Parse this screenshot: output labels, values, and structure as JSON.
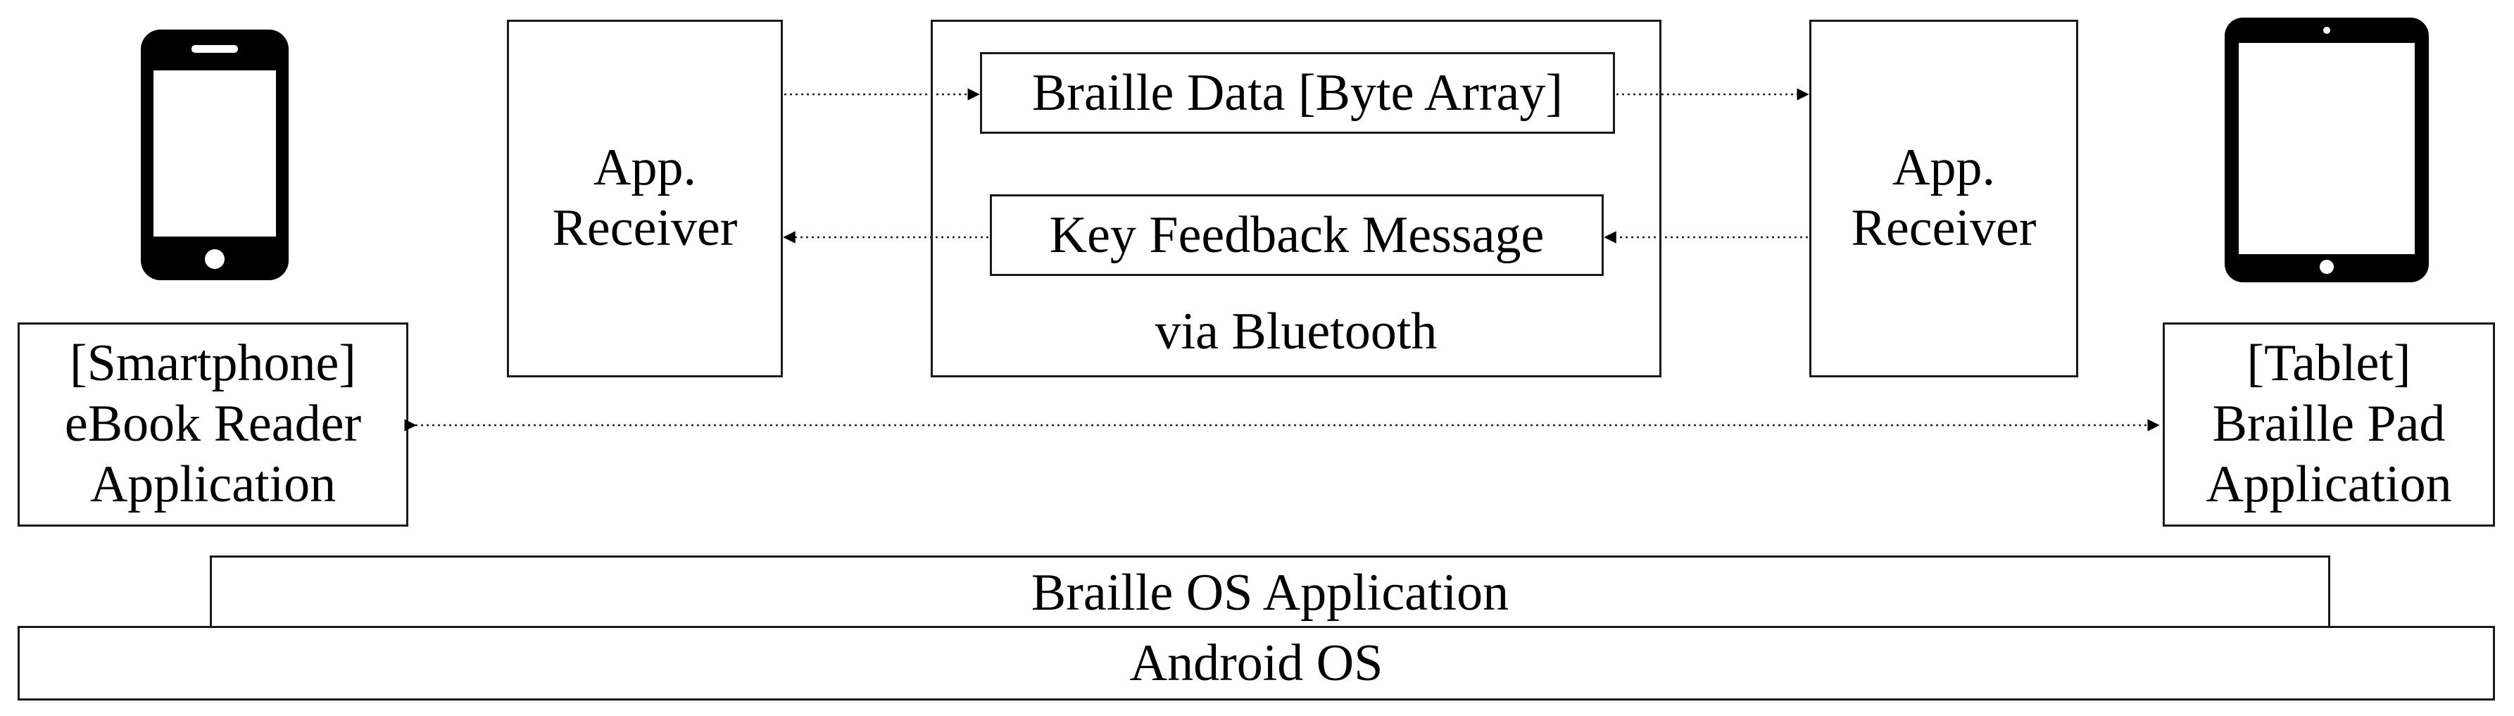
{
  "smartphone_box": {
    "line1": "[Smartphone]",
    "line2": "eBook Reader",
    "line3": "Application"
  },
  "tablet_box": {
    "line1": "[Tablet]",
    "line2": "Braille Pad",
    "line3": "Application"
  },
  "left_receiver": {
    "line1": "App.",
    "line2": "Receiver"
  },
  "right_receiver": {
    "line1": "App.",
    "line2": "Receiver"
  },
  "bluetooth_panel": {
    "braille_data": "Braille Data [Byte Array]",
    "key_feedback": "Key Feedback Message",
    "caption": "via Bluetooth"
  },
  "braille_os_bar": "Braille OS Application",
  "android_os_bar": "Android OS",
  "icons": {
    "left_device": "smartphone-icon",
    "right_device": "tablet-icon"
  }
}
